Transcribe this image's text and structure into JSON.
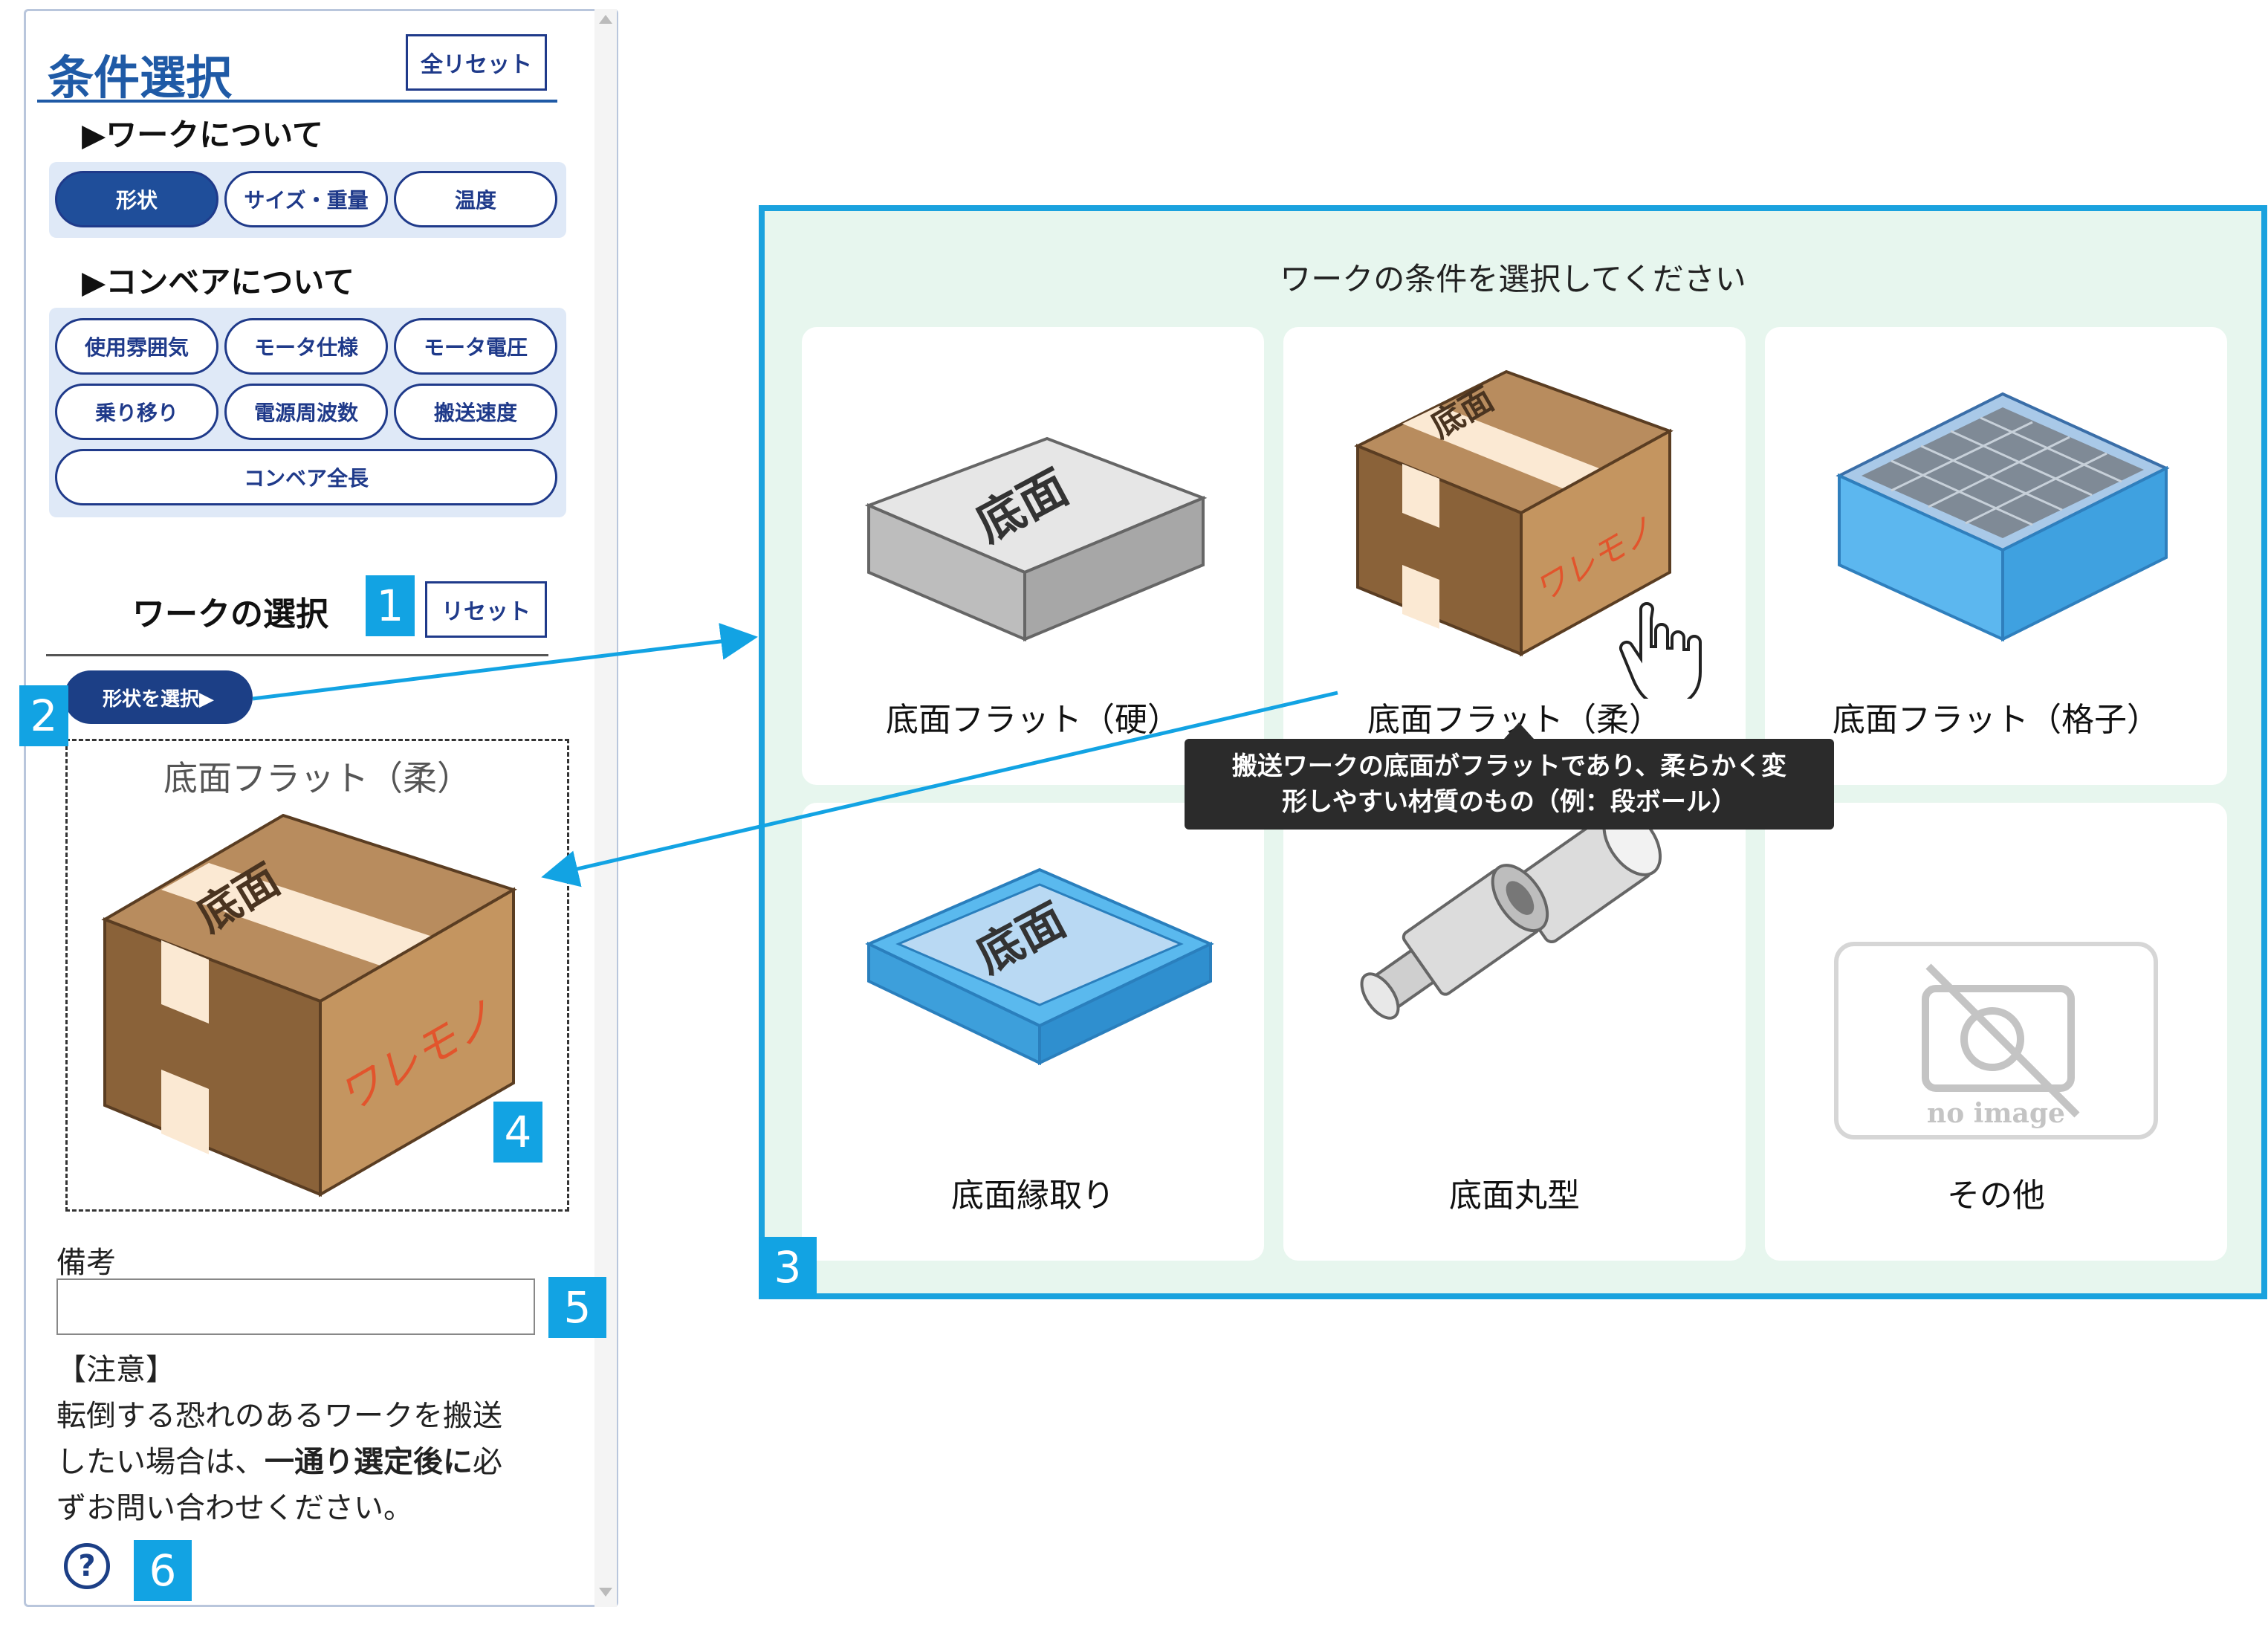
{
  "sidebar": {
    "title": "条件選択",
    "reset_all_label": "全リセット",
    "work_section": "▶ワークについて",
    "work_tabs": [
      {
        "label": "形状",
        "active": true
      },
      {
        "label": "サイズ・重量",
        "active": false
      },
      {
        "label": "温度",
        "active": false
      }
    ],
    "conveyor_section": "▶コンベアについて",
    "conveyor_tabs": [
      {
        "label": "使用雰囲気"
      },
      {
        "label": "モータ仕様"
      },
      {
        "label": "モータ電圧"
      },
      {
        "label": "乗り移り"
      },
      {
        "label": "電源周波数"
      },
      {
        "label": "搬送速度"
      },
      {
        "label": "コンベア全長"
      }
    ],
    "work_select_heading": "ワークの選択",
    "reset_label": "リセット",
    "shape_select_button": "形状を選択▶",
    "preview_label": "底面フラット（柔）",
    "biko_label": "備考",
    "biko_value": "",
    "note_line1": "【注意】",
    "note_line2": "転倒する恐れのあるワークを搬送",
    "note_line3a": "したい場合は、",
    "note_line3b": "一通り選定後に",
    "note_line3c": "必",
    "note_line4": "ずお問い合わせください。",
    "help_icon": "?"
  },
  "markers": [
    "1",
    "2",
    "3",
    "4",
    "5",
    "6"
  ],
  "main": {
    "title": "ワークの条件を選択してください",
    "cards": [
      {
        "label": "底面フラット（硬）",
        "icon": "gray-box"
      },
      {
        "label": "底面フラット（柔）",
        "icon": "cardboard-box"
      },
      {
        "label": "底面フラット（格子）",
        "icon": "blue-grid-tray"
      },
      {
        "label": "底面縁取り",
        "icon": "blue-rimmed-tray"
      },
      {
        "label": "底面丸型",
        "icon": "cylinders"
      },
      {
        "label": "その他",
        "icon": "no-image"
      }
    ],
    "tooltip_line1": "搬送ワークの底面がフラットであり、柔らかく変",
    "tooltip_line2": "形しやすい材質のもの（例：段ボール）",
    "box_text_top": "底面",
    "box_text_side": "ワレモノ",
    "no_image_text": "no image"
  },
  "colors": {
    "accent": "#1aa2de",
    "navy": "#1f3a8a",
    "panel_bg": "#e7f6ee"
  }
}
